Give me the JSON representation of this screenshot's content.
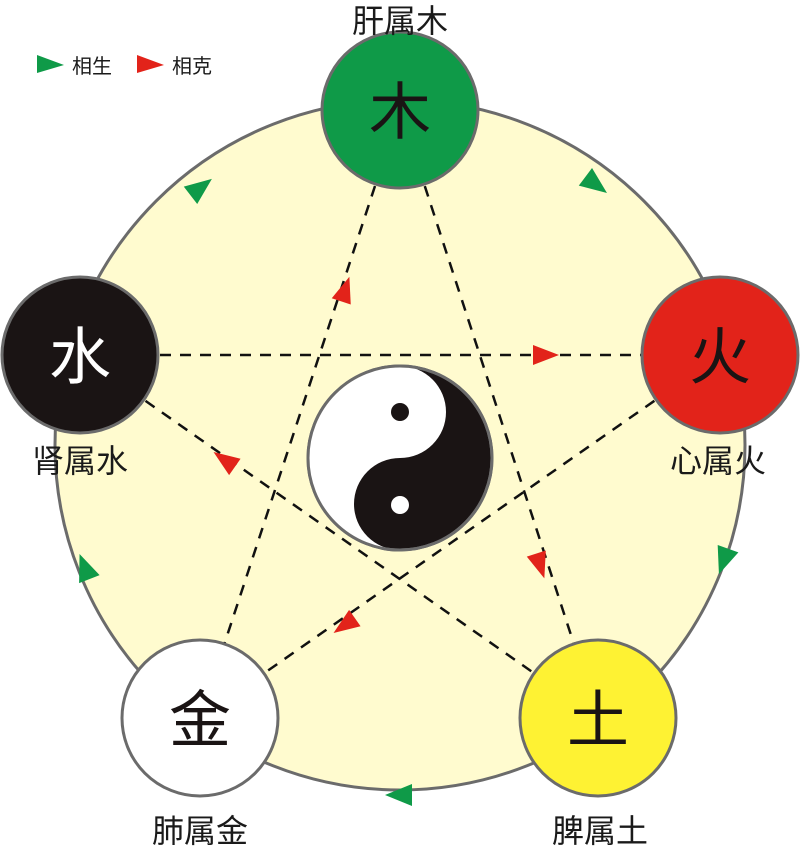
{
  "legend": {
    "sheng_label": "相生",
    "ke_label": "相克",
    "sheng_color": "#0f9a48",
    "ke_color": "#e2231a"
  },
  "elements": {
    "wood": {
      "char": "木",
      "label": "肝属木",
      "color": "#0f9a48"
    },
    "fire": {
      "char": "火",
      "label": "心属火",
      "color": "#e2231a"
    },
    "earth": {
      "char": "土",
      "label": "脾属土",
      "color": "#fef233"
    },
    "metal": {
      "char": "金",
      "label": "肺属金",
      "color": "#ffffff"
    },
    "water": {
      "char": "水",
      "label": "肾属水",
      "color": "#1a1414"
    }
  },
  "background_color": "#fffbcf"
}
